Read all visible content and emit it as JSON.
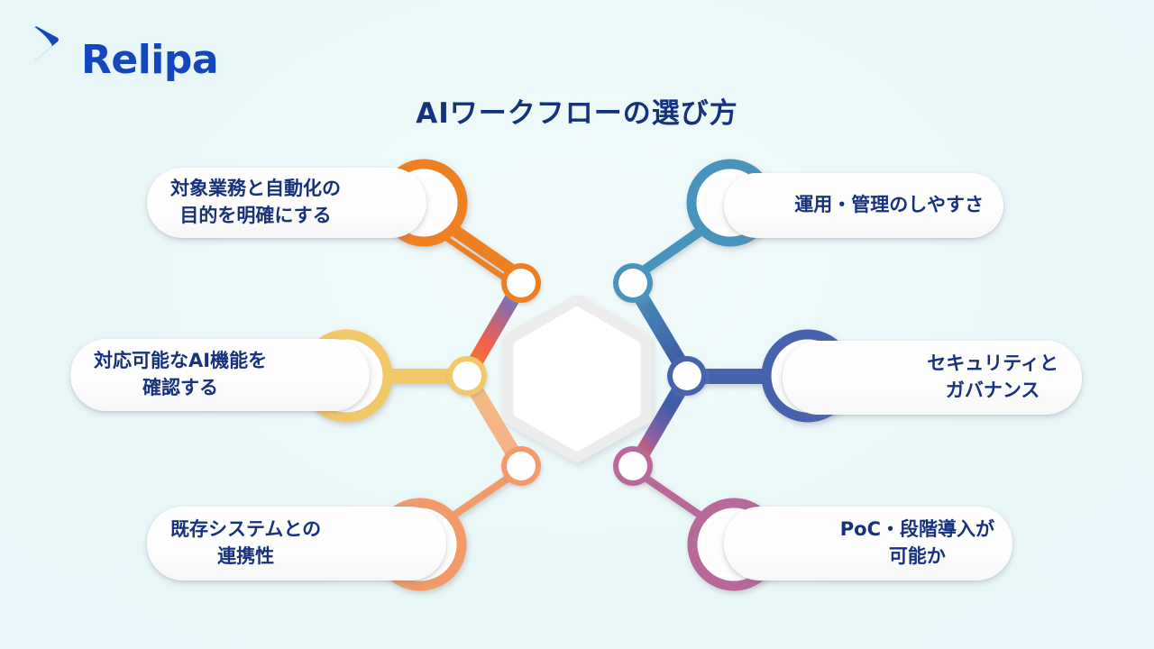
{
  "brand": {
    "logo_text": "Relipa",
    "logo_icon": "relipa-swoosh-logo",
    "logo_color": "#1447be"
  },
  "slide": {
    "title": "AIワークフローの選び方",
    "background_color": "#eaf7f8",
    "title_color": "#14327e"
  },
  "diagram": {
    "type": "hexagon-hub-and-spoke",
    "center_shape": "hexagon",
    "node_count": 6,
    "nodes": [
      {
        "id": "node-0",
        "position": "top-left",
        "label": "対象業務と自動化の\n目的を明確にする",
        "color": "#ef8022",
        "side": "left"
      },
      {
        "id": "node-1",
        "position": "top-right",
        "label": "運用・管理のしやすさ",
        "color": "#4a94bc",
        "side": "right"
      },
      {
        "id": "node-2",
        "position": "middle-left",
        "label": "対応可能なAI機能を\n確認する",
        "color": "#f3c869",
        "side": "left"
      },
      {
        "id": "node-3",
        "position": "middle-right",
        "label": "セキュリティと\nガバナンス",
        "color": "#4663ad",
        "side": "right"
      },
      {
        "id": "node-4",
        "position": "bottom-left",
        "label": "既存システムとの\n連携性",
        "color": "#f29a6a",
        "side": "left"
      },
      {
        "id": "node-5",
        "position": "bottom-right",
        "label": "PoC・段階導入が\n可能か",
        "color": "#b8699a",
        "side": "right"
      }
    ],
    "hex_edges": [
      {
        "from": "top-left",
        "to": "top-right",
        "color_from": "#5a62a8",
        "color_to": "#4a94bc"
      },
      {
        "from": "top-right",
        "to": "middle-right",
        "color_from": "#4a94bc",
        "color_to": "#3f5ea8"
      },
      {
        "from": "middle-right",
        "to": "bottom-right",
        "color_from": "#3f5ea8",
        "color_to": "#f4604f"
      },
      {
        "from": "bottom-right",
        "to": "bottom-left",
        "color_from": "#f4953f",
        "color_to": "#f7ab7e"
      },
      {
        "from": "bottom-left",
        "to": "middle-left",
        "color_from": "#f7ab7e",
        "color_to": "#f0b878"
      },
      {
        "from": "middle-left",
        "to": "top-left",
        "color_from": "#ef7d22",
        "color_to": "#7b6fb5"
      }
    ],
    "hex_ring_color": "#ececec",
    "hex_fill_color": "#ffffff"
  }
}
